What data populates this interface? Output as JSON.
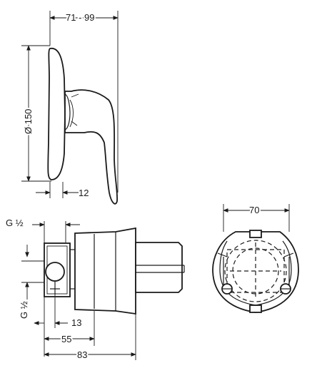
{
  "dimensions": {
    "depth_range": "71 - 99",
    "rosette_diameter": "Ø 150",
    "handle_offset": "12",
    "thread_top": "G ½",
    "thread_side": "G ½",
    "inlet_offset": "13",
    "body_depth": "55",
    "total_depth": "83",
    "body_width": "70"
  }
}
